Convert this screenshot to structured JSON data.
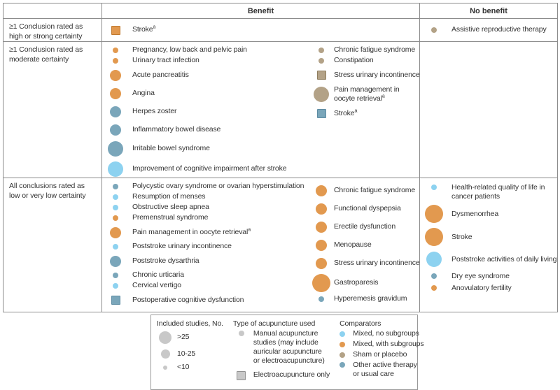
{
  "colors": {
    "orange": {
      "fill": "#E2994F",
      "border": "#C07A30"
    },
    "tan": {
      "fill": "#B3A287",
      "border": "#8F7E5F"
    },
    "steel": {
      "fill": "#7AA6BA",
      "border": "#5E8CA3"
    },
    "lightblue": {
      "fill": "#8DD2F0",
      "border": "#8DD2F0"
    },
    "gray": {
      "fill": "#C8C8C8",
      "border": "#929292"
    }
  },
  "header": {
    "benefit": "Benefit",
    "no_benefit": "No benefit"
  },
  "rows": [
    {
      "label": "≥1 Conclusion rated as high or strong certainty",
      "benefit_a": [
        {
          "label": "Stroke",
          "sup": "a",
          "shape": "square",
          "color": "orange",
          "size": "m"
        }
      ],
      "benefit_b": [],
      "no_benefit": [
        {
          "label": "Assistive reproductive therapy",
          "shape": "circle",
          "color": "tan",
          "size": "s"
        }
      ]
    },
    {
      "label": "≥1 Conclusion rated as moderate certainty",
      "benefit_a": [
        {
          "label": "Pregnancy, low back and pelvic pain",
          "shape": "circle",
          "color": "orange",
          "size": "s"
        },
        {
          "label": "Urinary tract infection",
          "shape": "circle",
          "color": "orange",
          "size": "s"
        },
        {
          "label": "Acute pancreatitis",
          "shape": "circle",
          "color": "orange",
          "size": "m"
        },
        {
          "label": "Angina",
          "shape": "circle",
          "color": "orange",
          "size": "m"
        },
        {
          "label": "Herpes zoster",
          "shape": "circle",
          "color": "steel",
          "size": "m"
        },
        {
          "label": "Inflammatory bowel disease",
          "shape": "circle",
          "color": "steel",
          "size": "m"
        },
        {
          "label": "Irritable bowel syndrome",
          "shape": "circle",
          "color": "steel",
          "size": "l"
        },
        {
          "label": "Improvement of cognitive impairment after stroke",
          "shape": "circle",
          "color": "lightblue",
          "size": "l"
        }
      ],
      "benefit_b": [
        {
          "label": "Chronic fatigue syndrome",
          "shape": "circle",
          "color": "tan",
          "size": "s"
        },
        {
          "label": "Constipation",
          "shape": "circle",
          "color": "tan",
          "size": "s"
        },
        {
          "label": "Stress urinary incontinence",
          "sup": "a",
          "shape": "square",
          "color": "tan",
          "size": "m"
        },
        {
          "label": "Pain management in oocyte retrieval",
          "sup": "a",
          "shape": "circle",
          "color": "tan",
          "size": "l",
          "w": 112
        },
        {
          "label": "Stroke",
          "sup": "a",
          "shape": "square",
          "color": "steel",
          "size": "m"
        }
      ],
      "no_benefit": []
    },
    {
      "label": "All conclusions rated as low or very low certainty",
      "benefit_a": [
        {
          "label": "Polycystic ovary syndrome or ovarian hyperstimulation",
          "shape": "circle",
          "color": "steel",
          "size": "s"
        },
        {
          "label": "Resumption of menses",
          "shape": "circle",
          "color": "lightblue",
          "size": "s"
        },
        {
          "label": "Obstructive sleep apnea",
          "shape": "circle",
          "color": "lightblue",
          "size": "s"
        },
        {
          "label": "Premenstrual syndrome",
          "shape": "circle",
          "color": "orange",
          "size": "s"
        },
        {
          "label": "Pain management in oocyte retrieval",
          "sup": "a",
          "shape": "circle",
          "color": "orange",
          "size": "m"
        },
        {
          "label": "Poststroke urinary incontinence",
          "shape": "circle",
          "color": "lightblue",
          "size": "s"
        },
        {
          "label": "Poststroke dysarthria",
          "shape": "circle",
          "color": "steel",
          "size": "m"
        },
        {
          "label": "Chronic urticaria",
          "shape": "circle",
          "color": "steel",
          "size": "s"
        },
        {
          "label": "Cervical vertigo",
          "shape": "circle",
          "color": "lightblue",
          "size": "s"
        },
        {
          "label": "Postoperative cognitive dysfunction",
          "shape": "square",
          "color": "steel",
          "size": "m"
        }
      ],
      "benefit_b": [
        {
          "label": "Chronic fatigue syndrome",
          "shape": "circle",
          "color": "orange",
          "size": "m"
        },
        {
          "label": "Functional dyspepsia",
          "shape": "circle",
          "color": "orange",
          "size": "m"
        },
        {
          "label": "Erectile dysfunction",
          "shape": "circle",
          "color": "orange",
          "size": "m"
        },
        {
          "label": "Menopause",
          "shape": "circle",
          "color": "orange",
          "size": "m"
        },
        {
          "label": "Stress urinary incontinence",
          "sup": "a",
          "shape": "circle",
          "color": "orange",
          "size": "m"
        },
        {
          "label": "Gastroparesis",
          "shape": "circle",
          "color": "orange",
          "size": "xl"
        },
        {
          "label": "Hyperemesis gravidum",
          "shape": "circle",
          "color": "steel",
          "size": "s"
        }
      ],
      "no_benefit": [
        {
          "label": "Health-related quality of life in cancer patients",
          "shape": "circle",
          "color": "lightblue",
          "size": "s",
          "w": 150
        },
        {
          "label": "Dysmenorrhea",
          "shape": "circle",
          "color": "orange",
          "size": "xl"
        },
        {
          "label": "Stroke",
          "shape": "circle",
          "color": "orange",
          "size": "xl"
        },
        {
          "label": "Poststroke activities of daily living",
          "shape": "circle",
          "color": "lightblue",
          "size": "l"
        },
        {
          "label": "Dry eye syndrome",
          "shape": "circle",
          "color": "steel",
          "size": "s"
        },
        {
          "label": "Anovulatory fertility",
          "shape": "circle",
          "color": "orange",
          "size": "s"
        }
      ]
    }
  ],
  "legend": {
    "sections": [
      {
        "title": "Included studies, No.",
        "items": [
          {
            "label": ">25",
            "shape": "circle",
            "color": "gray",
            "size": "leg-l"
          },
          {
            "label": "10-25",
            "shape": "circle",
            "color": "gray",
            "size": "leg-m"
          },
          {
            "label": "<10",
            "shape": "circle",
            "color": "gray",
            "size": "leg-s"
          }
        ]
      },
      {
        "title": "Type of acupuncture used",
        "items": [
          {
            "label": "Manual acupuncture studies (may include auricular acupuncture or electroacupuncture)",
            "shape": "circle",
            "color": "gray",
            "size": "s",
            "w": 132
          },
          {
            "label": "Electroacupuncture only",
            "shape": "square",
            "color": "gray",
            "size": "m"
          }
        ]
      },
      {
        "title": "Comparators",
        "items": [
          {
            "label": "Mixed, no subgroups",
            "shape": "circle",
            "color": "lightblue",
            "size": "s"
          },
          {
            "label": "Mixed, with subgroups",
            "shape": "circle",
            "color": "orange",
            "size": "s"
          },
          {
            "label": "Sham or placebo",
            "shape": "circle",
            "color": "tan",
            "size": "s"
          },
          {
            "label": "Other active therapy or usual care",
            "shape": "circle",
            "color": "steel",
            "size": "s",
            "w": 108
          }
        ]
      }
    ]
  },
  "chart_data": {
    "type": "table",
    "title": "Acupuncture evidence map: conclusions by certainty rating, benefit assessment, included studies, acupuncture type, and comparator",
    "columns": [
      "condition",
      "certainty_row",
      "assessment",
      "included_studies",
      "acupuncture_type",
      "comparator",
      "footnote"
    ],
    "rows": [
      [
        "Stroke",
        "≥1 conclusion high or strong certainty",
        "Benefit",
        "10-25",
        "Electroacupuncture only",
        "Mixed, with subgroups",
        "a"
      ],
      [
        "Assistive reproductive therapy",
        "≥1 conclusion high or strong certainty",
        "No benefit",
        "<10",
        "Manual",
        "Sham or placebo",
        ""
      ],
      [
        "Pregnancy, low back and pelvic pain",
        "≥1 conclusion moderate certainty",
        "Benefit",
        "<10",
        "Manual",
        "Mixed, with subgroups",
        ""
      ],
      [
        "Urinary tract infection",
        "≥1 conclusion moderate certainty",
        "Benefit",
        "<10",
        "Manual",
        "Mixed, with subgroups",
        ""
      ],
      [
        "Acute pancreatitis",
        "≥1 conclusion moderate certainty",
        "Benefit",
        "10-25",
        "Manual",
        "Mixed, with subgroups",
        ""
      ],
      [
        "Angina",
        "≥1 conclusion moderate certainty",
        "Benefit",
        "10-25",
        "Manual",
        "Mixed, with subgroups",
        ""
      ],
      [
        "Herpes zoster",
        "≥1 conclusion moderate certainty",
        "Benefit",
        "10-25",
        "Manual",
        "Other active therapy or usual care",
        ""
      ],
      [
        "Inflammatory bowel disease",
        "≥1 conclusion moderate certainty",
        "Benefit",
        "10-25",
        "Manual",
        "Other active therapy or usual care",
        ""
      ],
      [
        "Irritable bowel syndrome",
        "≥1 conclusion moderate certainty",
        "Benefit",
        ">25",
        "Manual",
        "Other active therapy or usual care",
        ""
      ],
      [
        "Improvement of cognitive impairment after stroke",
        "≥1 conclusion moderate certainty",
        "Benefit",
        ">25",
        "Manual",
        "Mixed, no subgroups",
        ""
      ],
      [
        "Chronic fatigue syndrome",
        "≥1 conclusion moderate certainty",
        "Benefit",
        "<10",
        "Manual",
        "Sham or placebo",
        ""
      ],
      [
        "Constipation",
        "≥1 conclusion moderate certainty",
        "Benefit",
        "<10",
        "Manual",
        "Sham or placebo",
        ""
      ],
      [
        "Stress urinary incontinence",
        "≥1 conclusion moderate certainty",
        "Benefit",
        "10-25",
        "Electroacupuncture only",
        "Sham or placebo",
        "a"
      ],
      [
        "Pain management in oocyte retrieval",
        "≥1 conclusion moderate certainty",
        "Benefit",
        ">25",
        "Manual",
        "Sham or placebo",
        "a"
      ],
      [
        "Stroke",
        "≥1 conclusion moderate certainty",
        "Benefit",
        "10-25",
        "Electroacupuncture only",
        "Other active therapy or usual care",
        "a"
      ],
      [
        "Polycystic ovary syndrome or ovarian hyperstimulation",
        "All conclusions low or very low certainty",
        "Benefit",
        "<10",
        "Manual",
        "Other active therapy or usual care",
        ""
      ],
      [
        "Resumption of menses",
        "All conclusions low or very low certainty",
        "Benefit",
        "<10",
        "Manual",
        "Mixed, no subgroups",
        ""
      ],
      [
        "Obstructive sleep apnea",
        "All conclusions low or very low certainty",
        "Benefit",
        "<10",
        "Manual",
        "Mixed, no subgroups",
        ""
      ],
      [
        "Premenstrual syndrome",
        "All conclusions low or very low certainty",
        "Benefit",
        "<10",
        "Manual",
        "Mixed, with subgroups",
        ""
      ],
      [
        "Pain management in oocyte retrieval",
        "All conclusions low or very low certainty",
        "Benefit",
        "10-25",
        "Manual",
        "Mixed, with subgroups",
        "a"
      ],
      [
        "Poststroke urinary incontinence",
        "All conclusions low or very low certainty",
        "Benefit",
        "<10",
        "Manual",
        "Mixed, no subgroups",
        ""
      ],
      [
        "Poststroke dysarthria",
        "All conclusions low or very low certainty",
        "Benefit",
        "10-25",
        "Manual",
        "Other active therapy or usual care",
        ""
      ],
      [
        "Chronic urticaria",
        "All conclusions low or very low certainty",
        "Benefit",
        "<10",
        "Manual",
        "Other active therapy or usual care",
        ""
      ],
      [
        "Cervical vertigo",
        "All conclusions low or very low certainty",
        "Benefit",
        "<10",
        "Manual",
        "Mixed, no subgroups",
        ""
      ],
      [
        "Postoperative cognitive dysfunction",
        "All conclusions low or very low certainty",
        "Benefit",
        "10-25",
        "Electroacupuncture only",
        "Other active therapy or usual care",
        ""
      ],
      [
        "Chronic fatigue syndrome",
        "All conclusions low or very low certainty",
        "Benefit",
        "10-25",
        "Manual",
        "Mixed, with subgroups",
        ""
      ],
      [
        "Functional dyspepsia",
        "All conclusions low or very low certainty",
        "Benefit",
        "10-25",
        "Manual",
        "Mixed, with subgroups",
        ""
      ],
      [
        "Erectile dysfunction",
        "All conclusions low or very low certainty",
        "Benefit",
        "10-25",
        "Manual",
        "Mixed, with subgroups",
        ""
      ],
      [
        "Menopause",
        "All conclusions low or very low certainty",
        "Benefit",
        "10-25",
        "Manual",
        "Mixed, with subgroups",
        ""
      ],
      [
        "Stress urinary incontinence",
        "All conclusions low or very low certainty",
        "Benefit",
        "10-25",
        "Manual",
        "Mixed, with subgroups",
        "a"
      ],
      [
        "Gastroparesis",
        "All conclusions low or very low certainty",
        "Benefit",
        ">25",
        "Manual",
        "Mixed, with subgroups",
        ""
      ],
      [
        "Hyperemesis gravidum",
        "All conclusions low or very low certainty",
        "Benefit",
        "<10",
        "Manual",
        "Other active therapy or usual care",
        ""
      ],
      [
        "Health-related quality of life in cancer patients",
        "All conclusions low or very low certainty",
        "No benefit",
        "<10",
        "Manual",
        "Mixed, no subgroups",
        ""
      ],
      [
        "Dysmenorrhea",
        "All conclusions low or very low certainty",
        "No benefit",
        ">25",
        "Manual",
        "Mixed, with subgroups",
        ""
      ],
      [
        "Stroke",
        "All conclusions low or very low certainty",
        "No benefit",
        ">25",
        "Manual",
        "Mixed, with subgroups",
        ""
      ],
      [
        "Poststroke activities of daily living",
        "All conclusions low or very low certainty",
        "No benefit",
        ">25",
        "Manual",
        "Mixed, no subgroups",
        ""
      ],
      [
        "Dry eye syndrome",
        "All conclusions low or very low certainty",
        "No benefit",
        "<10",
        "Manual",
        "Other active therapy or usual care",
        ""
      ],
      [
        "Anovulatory fertility",
        "All conclusions low or very low certainty",
        "No benefit",
        "<10",
        "Manual",
        "Mixed, with subgroups",
        ""
      ]
    ]
  }
}
